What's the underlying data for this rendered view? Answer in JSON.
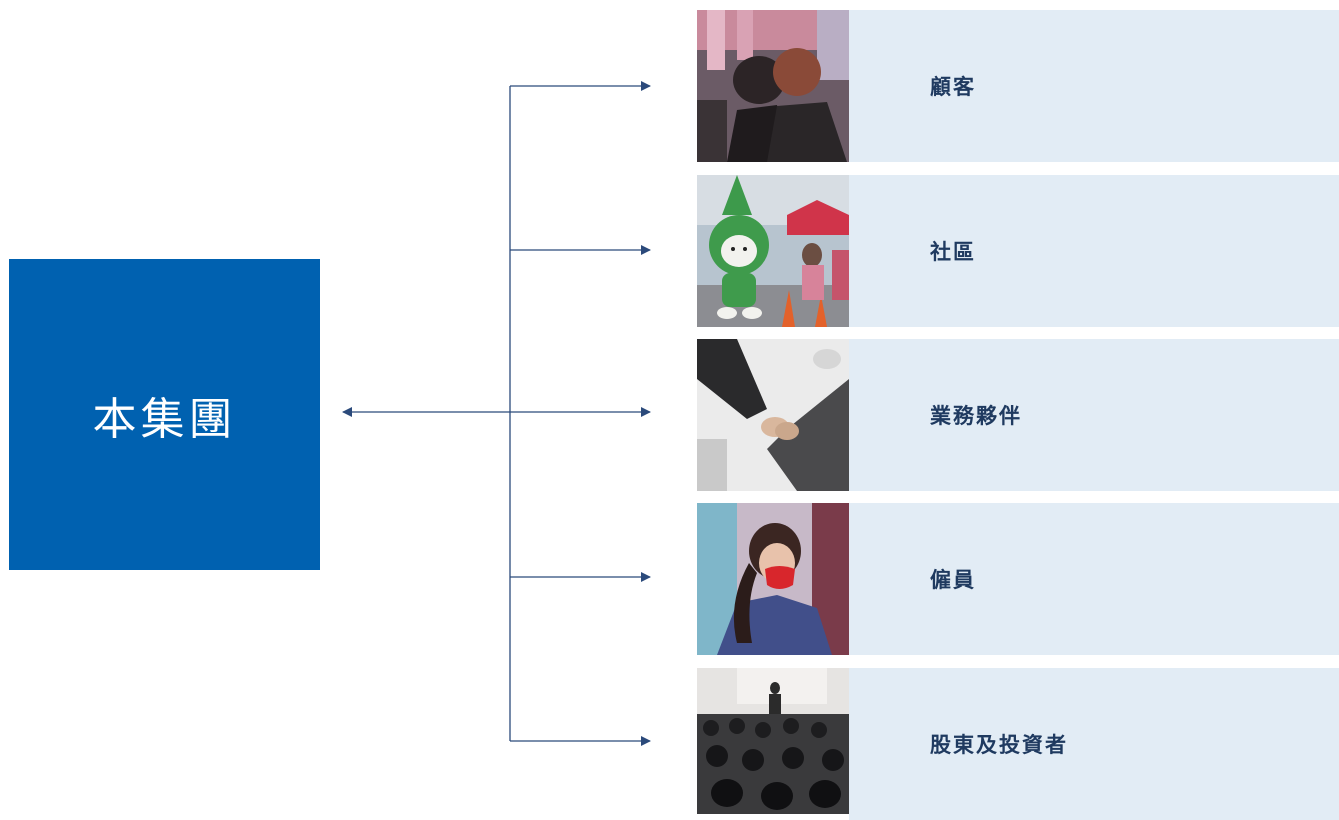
{
  "center": {
    "label": "本集團"
  },
  "stakeholders": [
    {
      "label": "顧客",
      "photo": "pachinko-customers-photo"
    },
    {
      "label": "社區",
      "photo": "mascot-event-photo"
    },
    {
      "label": "業務夥伴",
      "photo": "handshake-photo"
    },
    {
      "label": "僱員",
      "photo": "masked-employee-photo"
    },
    {
      "label": "股東及投資者",
      "photo": "shareholder-meeting-photo"
    }
  ],
  "colors": {
    "center_fill": "#0061b0",
    "panel_fill": "#e2ecf5",
    "connector": "#2b4a7b",
    "label_text": "#1f3a60"
  }
}
